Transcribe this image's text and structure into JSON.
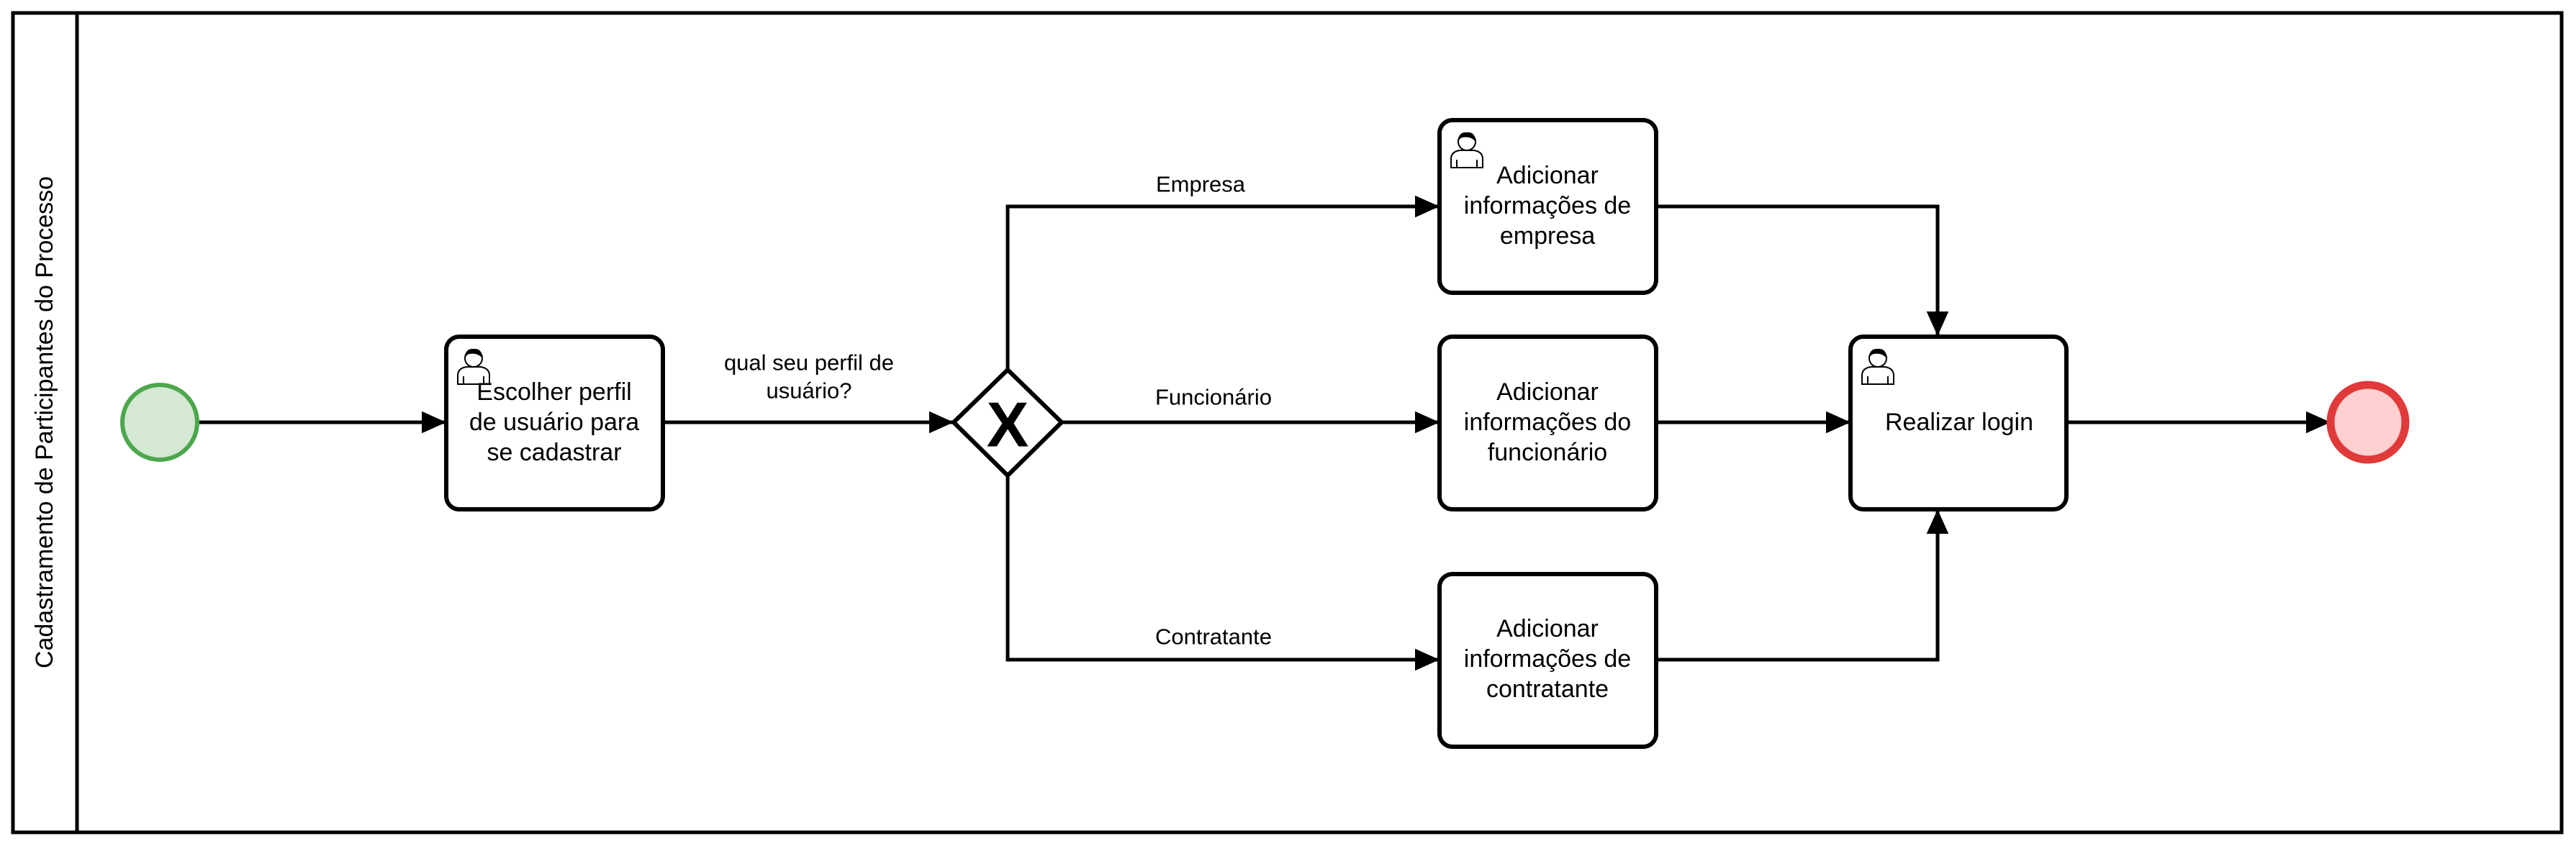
{
  "pool": {
    "label": "Cadastramento de Participantes do Processo"
  },
  "events": {
    "start": {
      "fill": "#d5e8d4",
      "stroke": "#4ca74c"
    },
    "end": {
      "fill": "#ffd0d0",
      "stroke": "#e03a3a"
    }
  },
  "gateway": {
    "symbol": "X",
    "question_lines": [
      "qual seu perfil de",
      "usuário?"
    ]
  },
  "tasks": {
    "choose_profile": {
      "lines": [
        "Escolher perfil",
        "de usuário para",
        "se cadastrar"
      ],
      "icon": "user-icon"
    },
    "add_company": {
      "lines": [
        "Adicionar",
        "informações de",
        "empresa"
      ],
      "icon": "user-icon"
    },
    "add_employee": {
      "lines": [
        "Adicionar",
        "informações do",
        "funcionário"
      ]
    },
    "add_contractor": {
      "lines": [
        "Adicionar",
        "informações de",
        "contratante"
      ]
    },
    "login": {
      "lines": [
        "Realizar login"
      ],
      "icon": "user-icon"
    }
  },
  "flows": {
    "company_label": "Empresa",
    "employee_label": "Funcionário",
    "contractor_label": "Contratante"
  }
}
